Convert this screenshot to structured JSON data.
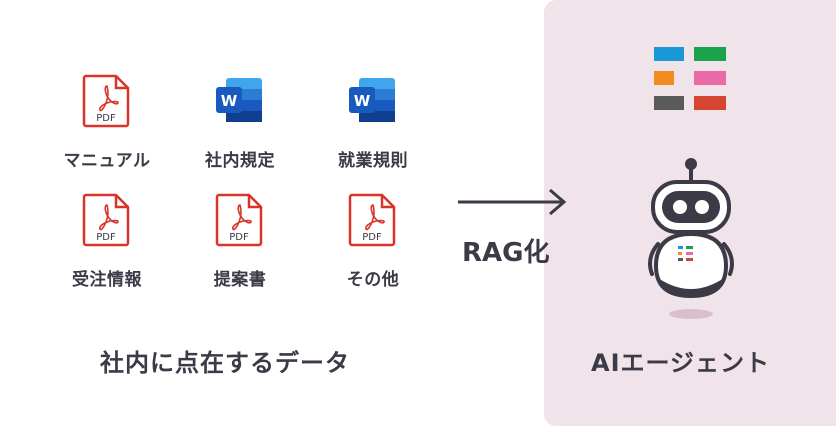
{
  "sources": {
    "items": [
      {
        "label": "マニュアル",
        "type": "pdf",
        "badge": "PDF"
      },
      {
        "label": "社内規定",
        "type": "word",
        "badge": "W"
      },
      {
        "label": "就業規則",
        "type": "word",
        "badge": "W"
      },
      {
        "label": "受注情報",
        "type": "pdf",
        "badge": "PDF"
      },
      {
        "label": "提案書",
        "type": "pdf",
        "badge": "PDF"
      },
      {
        "label": "その他",
        "type": "pdf",
        "badge": "PDF"
      }
    ],
    "caption": "社内に点在するデータ"
  },
  "process": {
    "label": "RAG化",
    "icon": "arrow-right-icon"
  },
  "agent": {
    "caption": "AIエージェント",
    "icon": "robot-icon",
    "logo_icon": "grid-logo-icon",
    "logo_colors": [
      "#1a97d5",
      "#1aa34a",
      "#f28c1e",
      "#ea6aa6",
      "#5a5a5a",
      "#d64432"
    ]
  },
  "colors": {
    "pdf": "#d8342a",
    "word": "#2b5cb5",
    "panel": "#f1e3ea",
    "text": "#3b3a46"
  }
}
